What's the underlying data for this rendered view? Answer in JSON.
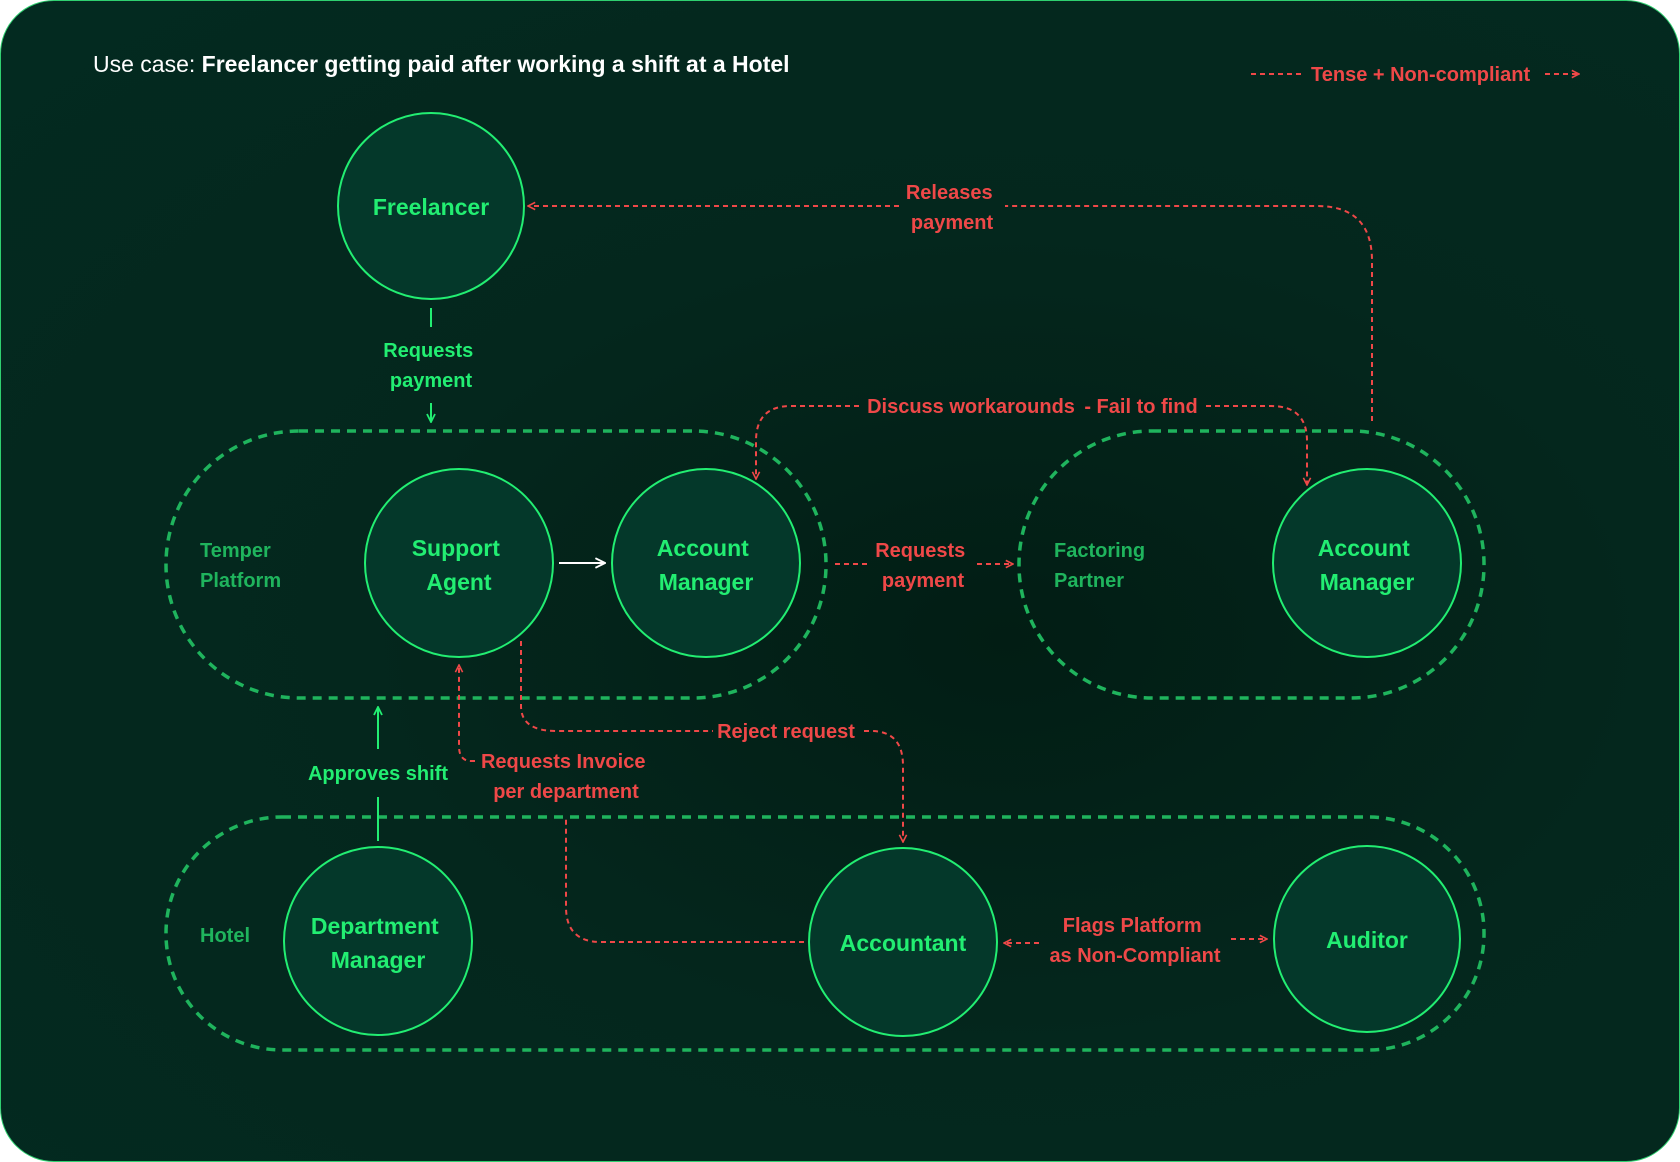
{
  "header": {
    "prefix": "Use case: ",
    "title": "Freelancer getting paid after working a shift at a Hotel"
  },
  "legend": {
    "label": "Tense + Non-compliant",
    "color": "#ef4848"
  },
  "colors": {
    "node_fill": "#04382a",
    "node_stroke": "#22ee72",
    "group_stroke": "#1fb45d",
    "positive_edge": "#22ee72",
    "tense_edge": "#ef4848"
  },
  "groups": {
    "temper": [
      "Temper",
      "Platform"
    ],
    "factoring": [
      "Factoring",
      "Partner"
    ],
    "hotel": [
      "Hotel"
    ]
  },
  "nodes": {
    "freelancer": [
      "Freelancer"
    ],
    "support_agent": [
      "Support",
      "Agent"
    ],
    "account_manager_temper": [
      "Account",
      "Manager"
    ],
    "account_manager_factoring": [
      "Account",
      "Manager"
    ],
    "department_manager": [
      "Department",
      "Manager"
    ],
    "accountant": [
      "Accountant"
    ],
    "auditor": [
      "Auditor"
    ]
  },
  "edges": {
    "requests_payment_freelancer": [
      "Requests",
      "payment"
    ],
    "approves_shift": [
      "Approves shift"
    ],
    "requests_payment_factoring": [
      "Requests",
      "payment"
    ],
    "releases_payment": [
      "Releases",
      "payment"
    ],
    "discuss_workarounds": [
      "Discuss workarounds"
    ],
    "fail_to_find": [
      "- Fail to find"
    ],
    "reject_request": [
      "Reject request"
    ],
    "requests_invoice": [
      "Requests Invoice",
      "per department"
    ],
    "flags_platform": [
      "Flags Platform",
      "as Non-Compliant"
    ]
  }
}
